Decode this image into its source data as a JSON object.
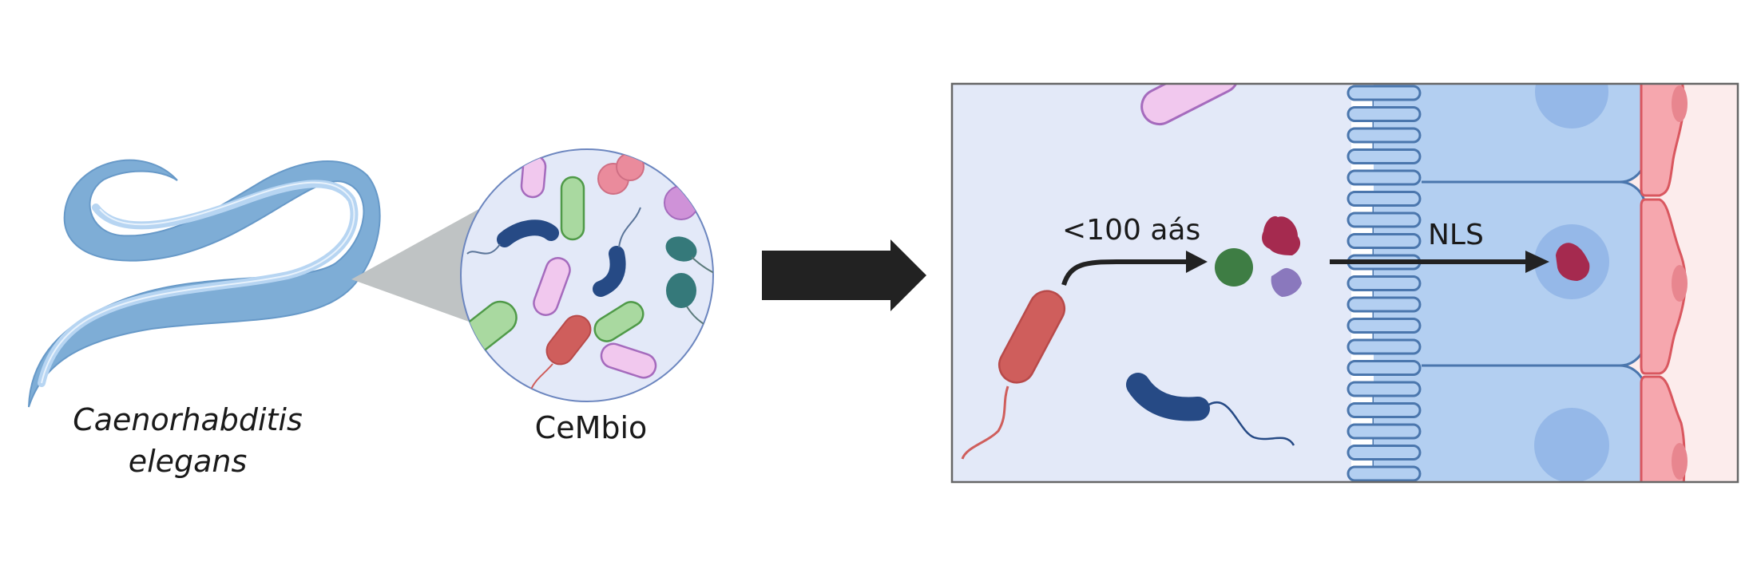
{
  "figure": {
    "organism_label_line1": "Caenorhabditis",
    "organism_label_line2": "elegans",
    "microbiome_label": "CeMbio",
    "secretion_label": "<100 aás",
    "nuclear_label": "NLS"
  },
  "colors": {
    "worm_body": "#7eadd6",
    "worm_highlight": "#b7d5f2",
    "lumen_bg": "#e3e9f8",
    "epithelium": "#b3cff1",
    "epithelium_stroke": "#4a76ad",
    "nucleus": "#95b8e8",
    "muscle_fill": "#f6a7ae",
    "muscle_stroke": "#d9575f",
    "muscle_bg": "#fcecec",
    "protein_red": "#a52a4f",
    "protein_green": "#3e7d44",
    "protein_purple": "#8a78bd",
    "bacterium_red": "#cf5e5c",
    "bacterium_blue": "#264a85",
    "bacterium_green": "#a9d9a0",
    "bacterium_pink": "#f1c8ee",
    "bacterium_teal": "#35797a",
    "arrow": "#222222"
  }
}
